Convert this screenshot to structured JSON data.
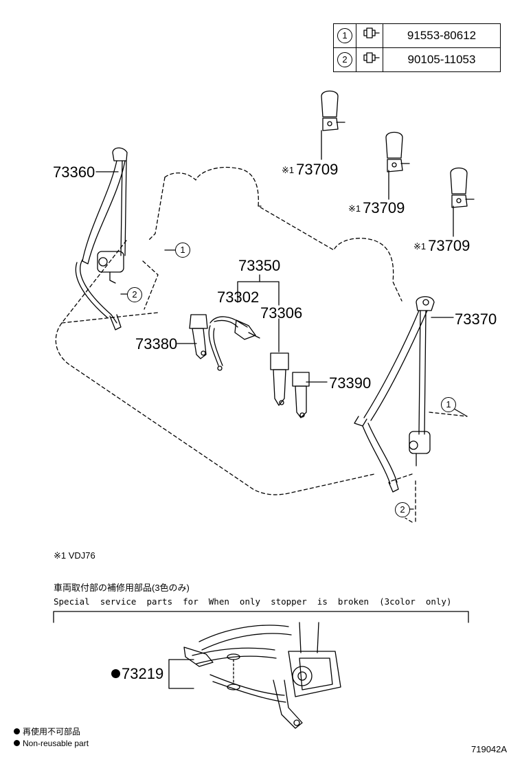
{
  "parts_table": [
    {
      "ref": "1",
      "icon": "bolt-icon",
      "part_no": "91553-80612"
    },
    {
      "ref": "2",
      "icon": "bolt-icon",
      "part_no": "90105-11053"
    }
  ],
  "labels": {
    "p73360": "73360",
    "p73709": "73709",
    "p73350": "73350",
    "p73302": "73302",
    "p73306": "73306",
    "p73380": "73380",
    "p73390": "73390",
    "p73370": "73370",
    "p73219": "73219"
  },
  "marks": {
    "star1": "※1"
  },
  "callouts": {
    "c1": "1",
    "c2": "2"
  },
  "notes": {
    "footnote": "※1  VDJ76",
    "special_jp": "車両取付部の補修用部品(3色のみ)",
    "special_en": "Special  service  parts  for  When  only  stopper  is  broken  (3color  only)",
    "legend_jp": "再使用不可部品",
    "legend_en": "Non-reusable part",
    "figure_no": "719042A"
  }
}
